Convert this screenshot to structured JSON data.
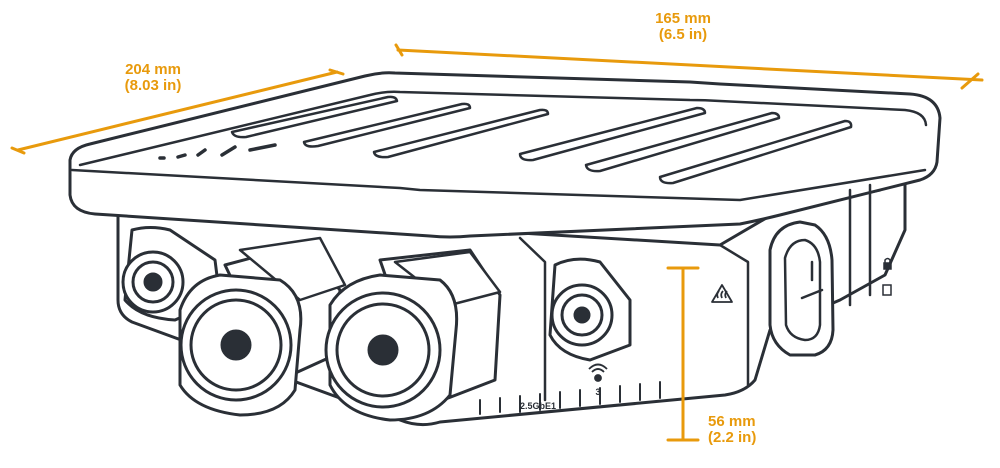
{
  "colors": {
    "outline": "#2a2f36",
    "body_fill": "#ffffff",
    "shade": "#eef0f2",
    "dimension": "#E89A0C"
  },
  "dimensions": {
    "depth": {
      "value": "204 mm",
      "imperial": "(8.03 in)"
    },
    "width": {
      "value": "165 mm",
      "imperial": "(6.5 in)"
    },
    "height": {
      "value": "56 mm",
      "imperial": "(2.2 in)"
    }
  },
  "device": {
    "port_label": "2.5GbE1",
    "antenna_number": "3"
  },
  "icons": [
    "antenna-signal-icon",
    "hot-surface-warning-icon",
    "lock-icon"
  ]
}
